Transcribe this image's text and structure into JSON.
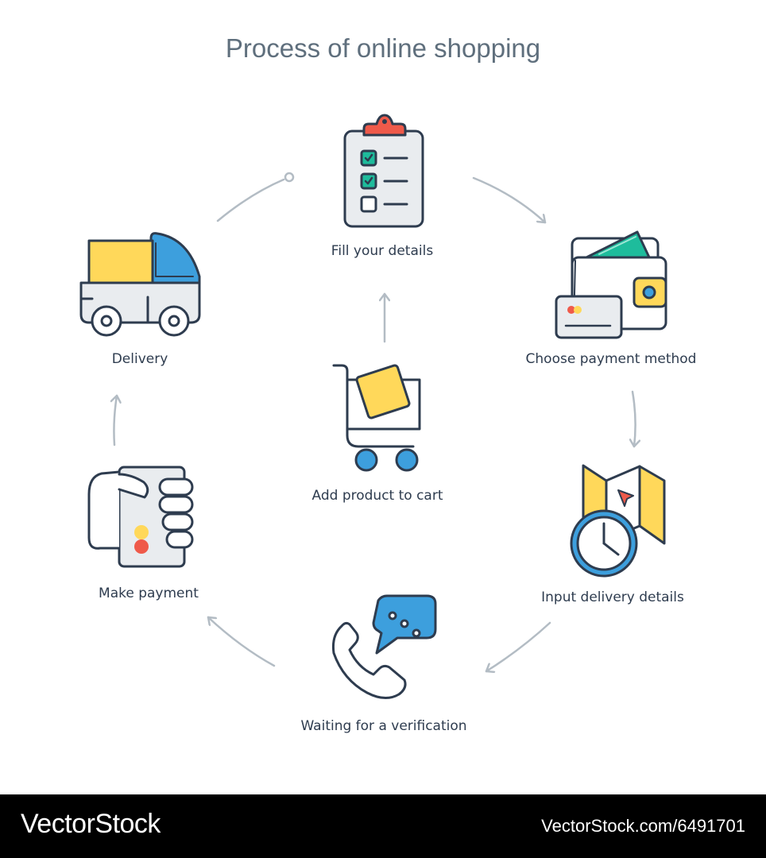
{
  "title": "Process of online shopping",
  "steps": {
    "fill_details": "Fill your details",
    "choose_payment": "Choose payment method",
    "input_delivery": "Input delivery details",
    "waiting_verification": "Waiting for a verification",
    "make_payment": "Make payment",
    "delivery": "Delivery",
    "add_to_cart": "Add product to cart"
  },
  "icons": {
    "fill_details": "clipboard-checklist-icon",
    "choose_payment": "wallet-card-icon",
    "input_delivery": "map-clock-icon",
    "waiting_verification": "phone-chat-icon",
    "make_payment": "hand-card-icon",
    "delivery": "truck-icon",
    "add_to_cart": "shopping-cart-icon"
  },
  "colors": {
    "outline": "#2e3c4f",
    "yellow": "#ffd85a",
    "blue": "#3d9fdd",
    "red": "#ef5a4a",
    "green": "#1ebc9c",
    "arrow": "#b3bcc4"
  },
  "footer": {
    "brand": "VectorStock",
    "stock_id": "VectorStock.com/6491701"
  }
}
